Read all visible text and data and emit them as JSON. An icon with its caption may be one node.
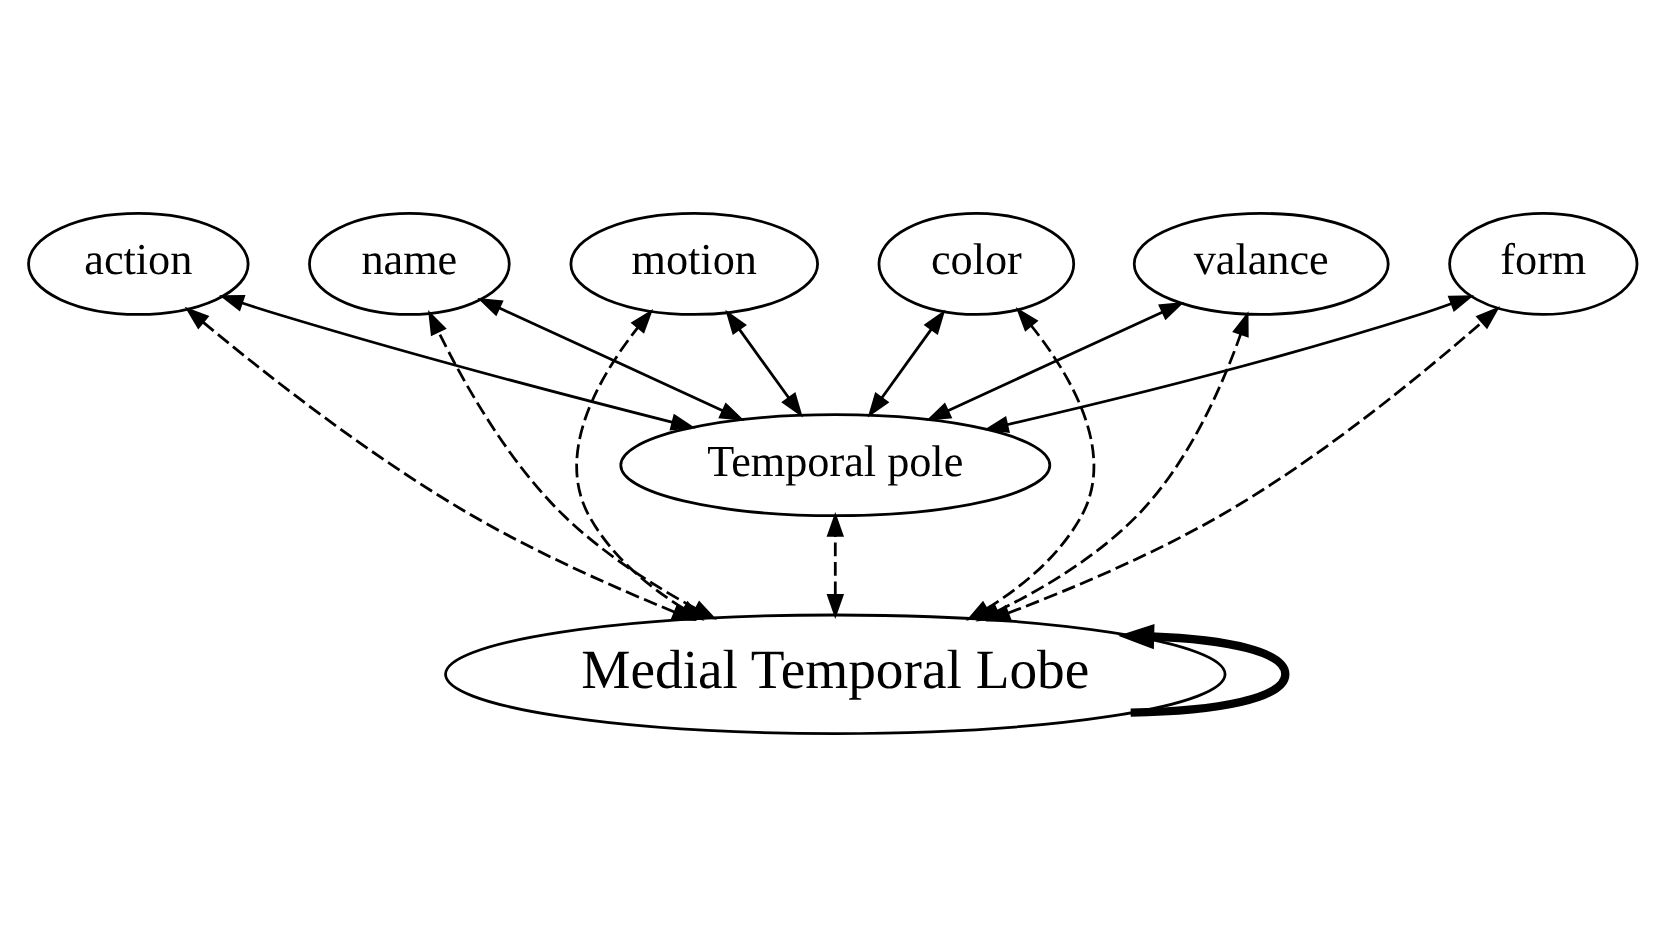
{
  "diagram": {
    "nodes": [
      {
        "text": [
          "action"
        ]
      },
      {
        "text": [
          "name"
        ]
      },
      {
        "text": [
          "Temporal pole"
        ]
      },
      {
        "text": [
          "motion"
        ]
      },
      {
        "text": [
          "color"
        ]
      },
      {
        "text": [
          "valance"
        ]
      },
      {
        "text": [
          "form"
        ]
      },
      {
        "text": [
          "Medial Temporal Lobe"
        ]
      }
    ],
    "edges": [
      {
        "from": 2,
        "to": 0,
        "arrow": "both"
      },
      {
        "from": 2,
        "to": 1,
        "arrow": "both"
      },
      {
        "from": 2,
        "to": 3,
        "arrow": "both"
      },
      {
        "from": 2,
        "to": 4,
        "arrow": "both"
      },
      {
        "from": 2,
        "to": 5,
        "arrow": "both"
      },
      {
        "from": 2,
        "to": 6,
        "arrow": "both"
      },
      {
        "from": 7,
        "to": 0,
        "arrow": "both",
        "style": "dashed"
      },
      {
        "from": 7,
        "to": 1,
        "arrow": "both",
        "style": "dashed"
      },
      {
        "from": 7,
        "to": 2,
        "arrow": "both",
        "style": "dashed"
      },
      {
        "from": 7,
        "to": 3,
        "arrow": "both",
        "style": "dashed"
      },
      {
        "from": 7,
        "to": 4,
        "arrow": "both",
        "style": "dashed"
      },
      {
        "from": 7,
        "to": 5,
        "arrow": "both",
        "style": "dashed"
      },
      {
        "from": 7,
        "to": 6,
        "arrow": "both",
        "style": "dashed"
      },
      {
        "from": 7,
        "to": 7,
        "arrow": "to",
        "style": "thick"
      }
    ]
  }
}
